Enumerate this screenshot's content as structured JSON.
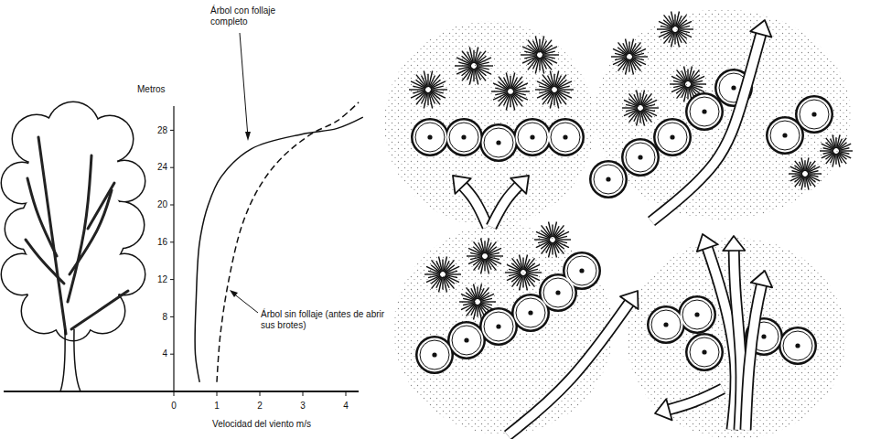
{
  "diagram": {
    "labels": [
      "Metros",
      "28",
      "24",
      "20",
      "16",
      "12",
      "8",
      "4",
      "0",
      "1",
      "2",
      "3",
      "4",
      "Velocidad del viento m/s",
      "Árbol con follaje completo",
      "Árbol sin follaje (antes de abrir sus brotes)"
    ]
  }
}
